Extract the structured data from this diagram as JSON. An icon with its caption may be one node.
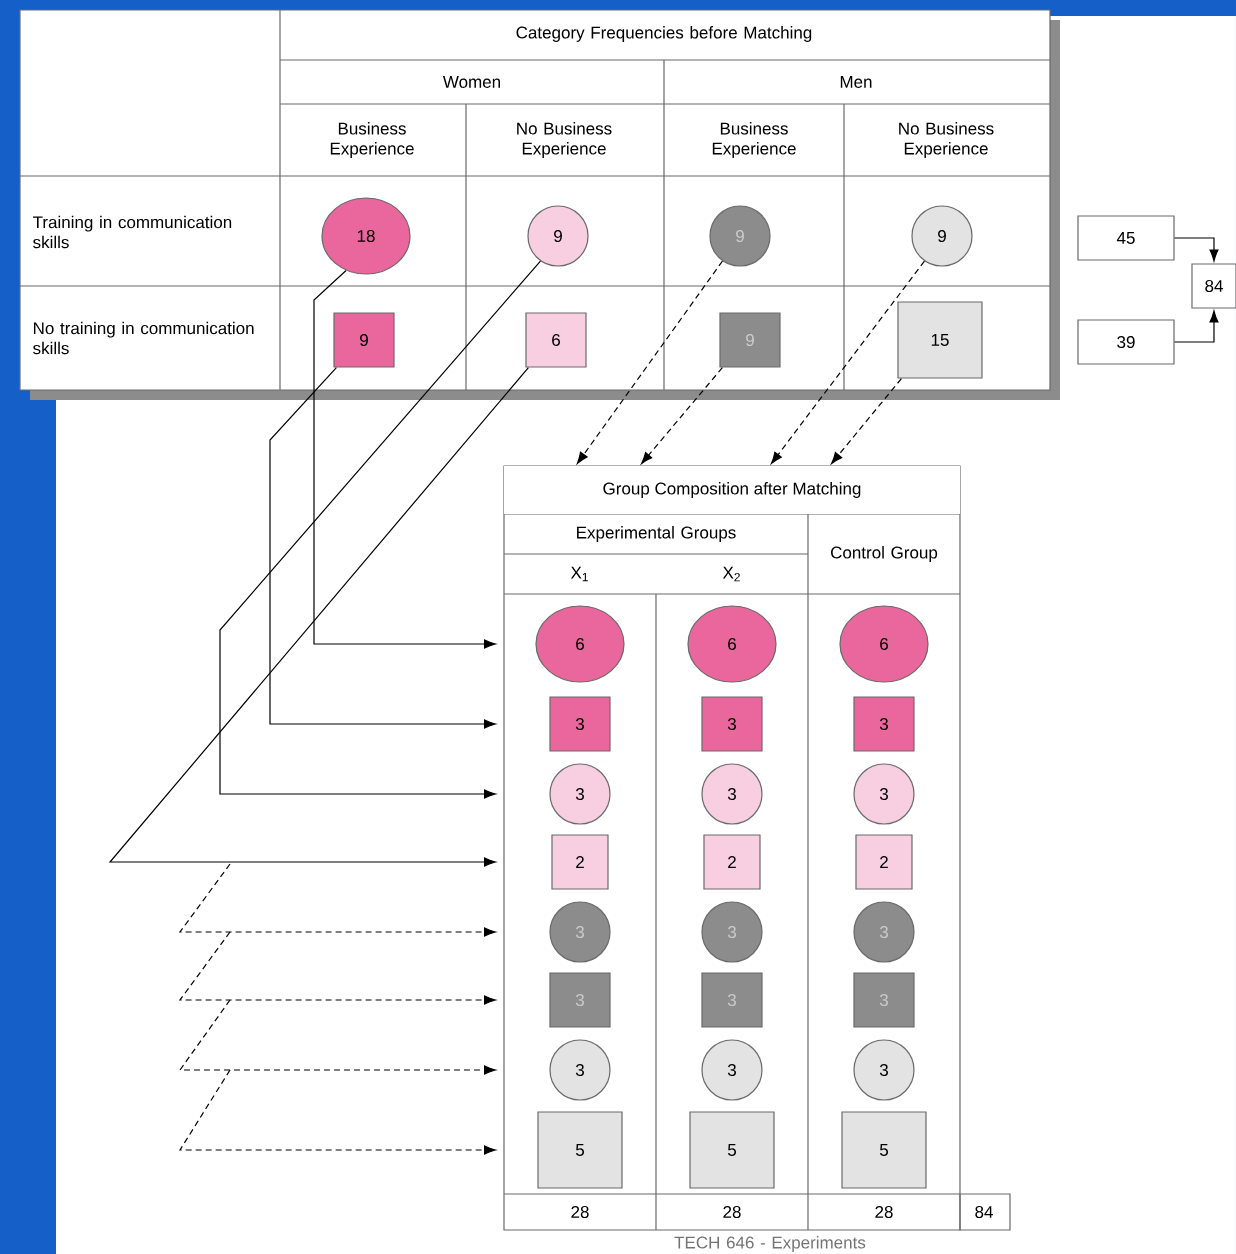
{
  "diagram": {
    "nodes": [
      {
        "text": [
          "18"
        ]
      },
      {
        "text": [
          "9"
        ]
      },
      {
        "text": [
          "9"
        ]
      },
      {
        "text": [
          "9"
        ]
      },
      {
        "text": [
          "45"
        ]
      },
      {
        "text": [
          "84"
        ]
      },
      {
        "text": [
          "9"
        ]
      },
      {
        "text": [
          "6"
        ]
      },
      {
        "text": [
          "9"
        ]
      },
      {
        "text": [
          "15"
        ]
      },
      {
        "text": [
          "39"
        ]
      },
      {
        "text": [
          "Group Composition after Matching"
        ]
      },
      {
        "text": [
          "6"
        ]
      },
      {
        "text": [
          "6"
        ]
      },
      {
        "text": [
          "6"
        ]
      },
      {
        "text": [
          "3"
        ]
      },
      {
        "text": [
          "3"
        ]
      },
      {
        "text": [
          "3"
        ]
      },
      {
        "text": [
          "3"
        ]
      },
      {
        "text": [
          "3"
        ]
      },
      {
        "text": [
          "3"
        ]
      },
      {
        "text": [
          "2"
        ]
      },
      {
        "text": [
          "2"
        ]
      },
      {
        "text": [
          "2"
        ]
      },
      {
        "text": [
          "3"
        ]
      },
      {
        "text": [
          "3"
        ]
      },
      {
        "text": [
          "3"
        ]
      },
      {
        "text": [
          "3"
        ]
      },
      {
        "text": [
          "3"
        ]
      },
      {
        "text": [
          "3"
        ]
      },
      {
        "text": [
          "3"
        ]
      },
      {
        "text": [
          "3"
        ]
      },
      {
        "text": [
          "3"
        ]
      },
      {
        "text": [
          "5"
        ]
      },
      {
        "text": [
          "5"
        ]
      },
      {
        "text": [
          "5"
        ]
      }
    ],
    "edges": [
      {
        "from": 0,
        "to": 12,
        "arrow": "to"
      },
      {
        "from": 6,
        "to": 15,
        "arrow": "to"
      },
      {
        "from": 1,
        "to": 18,
        "arrow": "to"
      },
      {
        "from": 7,
        "to": 21,
        "arrow": "to"
      },
      {
        "from": 2,
        "to": 11,
        "arrow": "to",
        "style": "dashed"
      },
      {
        "from": 8,
        "to": 11,
        "arrow": "to",
        "style": "dashed"
      },
      {
        "from": 3,
        "to": 11,
        "arrow": "to",
        "style": "dashed"
      },
      {
        "from": 9,
        "to": 11,
        "arrow": "to",
        "style": "dashed"
      },
      {
        "from": null,
        "to": 24,
        "arrow": "to",
        "style": "dashed"
      },
      {
        "from": null,
        "to": 27,
        "arrow": "to",
        "style": "dashed"
      },
      {
        "from": null,
        "to": 30,
        "arrow": "to",
        "style": "dashed"
      },
      {
        "from": null,
        "to": 33,
        "arrow": "to",
        "style": "dashed"
      },
      {
        "from": 4,
        "to": 5,
        "arrow": "to"
      },
      {
        "from": 10,
        "to": 5,
        "arrow": "to"
      }
    ],
    "labels": [
      "Category Frequencies before Matching",
      "Women",
      "Men",
      "Business Experience",
      "No Business Experience",
      "Business Experience",
      "No Business Experience",
      "Training in communication skills",
      "No training in communication skills",
      "Experimental Groups",
      "Control Group",
      "X$_{1}$",
      "X$_{2}$",
      "28",
      "28",
      "28",
      "84",
      "TECH 646 - Experiments"
    ]
  }
}
